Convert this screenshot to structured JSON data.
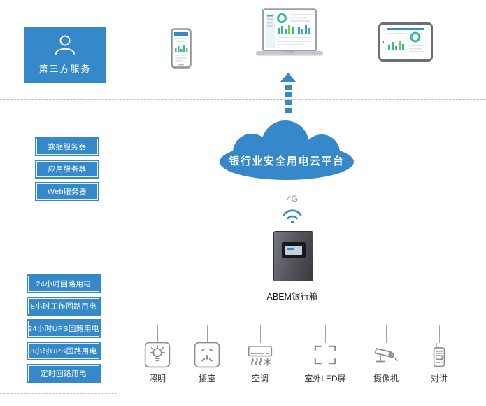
{
  "colors": {
    "accent_blue": "#3588c9",
    "chart_teal": "#35b8a0",
    "icon_gray": "#8c8c8c",
    "line_gray": "#a3a3a3"
  },
  "third_party": {
    "label": "第三方服务"
  },
  "cloud": {
    "label": "银行业安全用电云平台"
  },
  "servers": [
    {
      "label": "数据服务器"
    },
    {
      "label": "应用服务器"
    },
    {
      "label": "Web服务器"
    }
  ],
  "gateway": {
    "network": "4G",
    "label": "ABEM银行箱"
  },
  "circuits": [
    {
      "label": "24小时回路用电"
    },
    {
      "label": "8小时工作回路用电"
    },
    {
      "label": "24小时UPS回路用电"
    },
    {
      "label": "8小时UPS回路用电"
    },
    {
      "label": "定时回路用电"
    }
  ],
  "devices": [
    {
      "label": "照明",
      "icon": "light-bulb-icon"
    },
    {
      "label": "插座",
      "icon": "power-socket-icon"
    },
    {
      "label": "空调",
      "icon": "air-conditioner-icon"
    },
    {
      "label": "室外LED屏",
      "icon": "led-screen-icon"
    },
    {
      "label": "摄像机",
      "icon": "cctv-camera-icon"
    },
    {
      "label": "对讲",
      "icon": "intercom-icon"
    }
  ]
}
